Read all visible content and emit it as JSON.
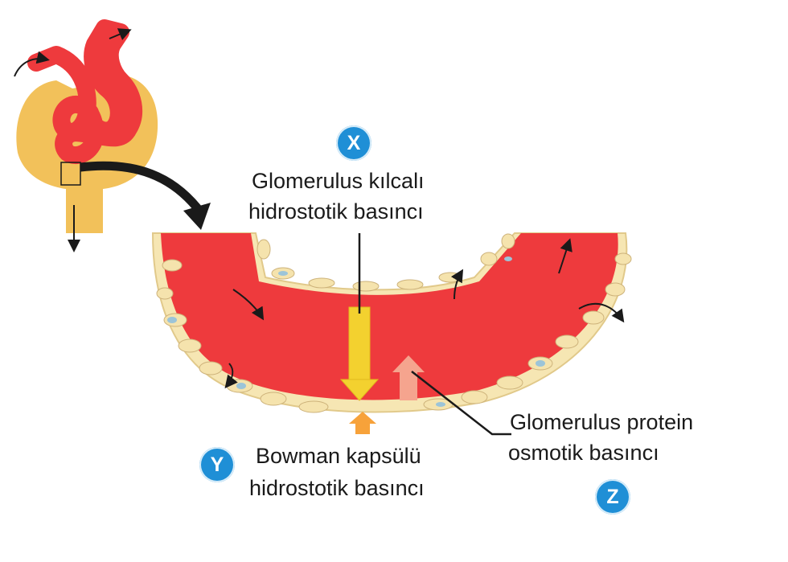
{
  "labels": {
    "x_marker": "X",
    "y_marker": "Y",
    "z_marker": "Z",
    "glomerulus_hydrostatic": [
      "Glomerulus kılcalı",
      "hidrostotik basıncı"
    ],
    "bowman_hydrostatic": [
      "Bowman kapsülü",
      "hidrostotik basıncı"
    ],
    "protein_osmotic": [
      "Glomerulus protein",
      "osmotik basıncı"
    ]
  },
  "colors": {
    "blood": "#ee3a3d",
    "capsule": "#f2c15a",
    "endothelium": "#f6e6b3",
    "badge": "#1f8fd6",
    "arrow_yellow": "#f3d12f",
    "arrow_orange": "#f7a23a",
    "arrow_pink": "#f5a48e"
  }
}
